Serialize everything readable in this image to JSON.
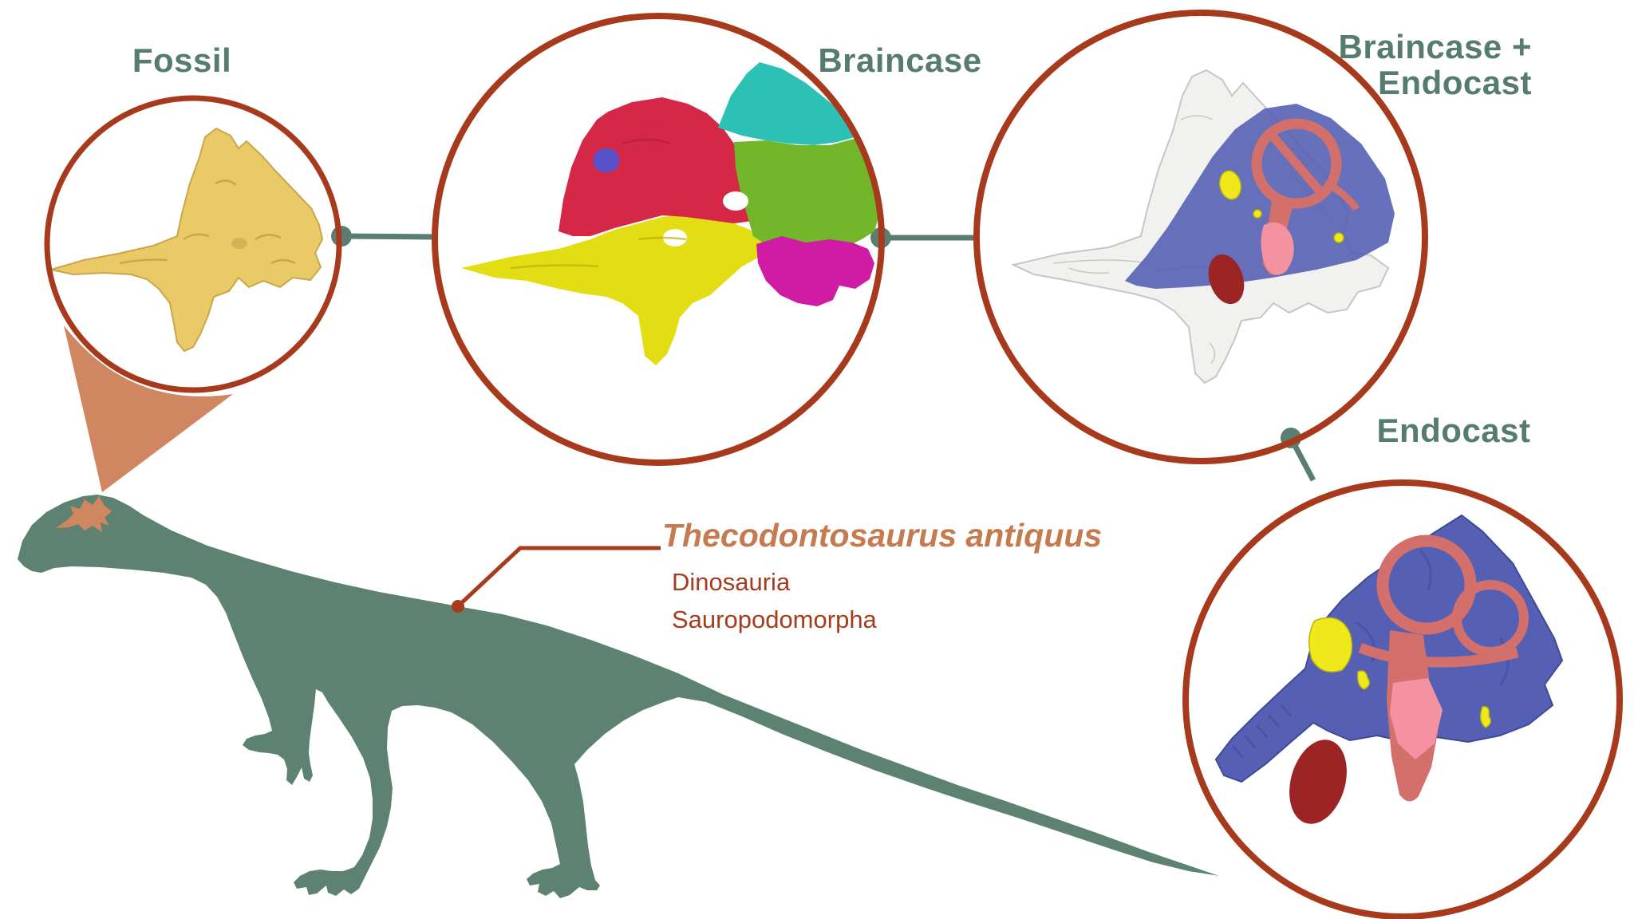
{
  "figure": {
    "panels": {
      "fossil": {
        "label": "Fossil"
      },
      "braincase": {
        "label": "Braincase"
      },
      "braincase_endocast": {
        "label_line1": "Braincase +",
        "label_line2": "Endocast"
      },
      "endocast": {
        "label": "Endocast"
      }
    },
    "specimen": {
      "species": "Thecodontosaurus antiquus",
      "clade": "Dinosauria",
      "subclade": "Sauropodomorpha"
    }
  },
  "colors": {
    "circle_border": "#A73A1C",
    "label_green": "#567C6E",
    "silhouette_green": "#5E8271",
    "connector_teal": "#5B7E70",
    "callout_wedge": "#D08660",
    "species_text": "#C67A50",
    "clade_text": "#A63C1C",
    "fossil_yellow": "#EAC967",
    "bone_yellow": "#E3DE13",
    "bone_red": "#D52847",
    "bone_cyan": "#2DC1B5",
    "bone_green": "#72B62A",
    "bone_magenta": "#D01BA4",
    "bone_blue": "#5A50C8",
    "ghost_bone": "#F1F1EF",
    "endocast_blue": "#5560B4",
    "labyrinth_salmon": "#D4706B",
    "lagena_pink": "#F492A1",
    "spot_yellow": "#EFE81A",
    "deep_red": "#9C2424"
  }
}
